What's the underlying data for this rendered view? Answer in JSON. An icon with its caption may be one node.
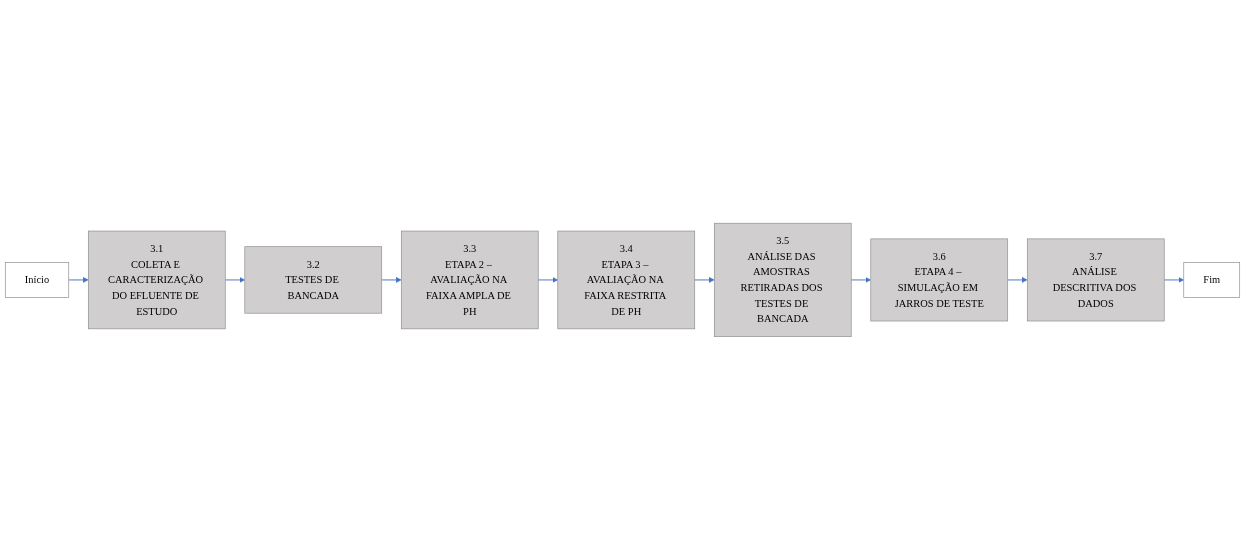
{
  "diagram": {
    "nodes": [
      {
        "text": [
          "Início"
        ]
      },
      {
        "text": [
          "3.1",
          "COLETA E CARACTERIZAÇÃO DO EFLUENTE DE ESTUDO"
        ]
      },
      {
        "text": [
          "3.2",
          "TESTES DE BANCADA"
        ]
      },
      {
        "text": [
          "3.3",
          "ETAPA 2 – AVALIAÇÃO NA FAIXA AMPLA DE PH"
        ]
      },
      {
        "text": [
          "3.4",
          "ETAPA 3 – AVALIAÇÃO NA FAIXA RESTRITA DE PH"
        ]
      },
      {
        "text": [
          "3.5",
          "ANÁLISE DAS AMOSTRAS RETIRADAS DOS TESTES DE BANCADA"
        ]
      },
      {
        "text": [
          "3.6",
          "ETAPA 4 – SIMULAÇÃO EM JARROS DE TESTE"
        ]
      },
      {
        "text": [
          "3.7",
          "ANÁLISE DESCRITIVA DOS DADOS"
        ]
      },
      {
        "text": [
          "Fim"
        ]
      }
    ],
    "edges": [
      {
        "from": 0,
        "to": 1,
        "arrow": "to"
      },
      {
        "from": 1,
        "to": 2,
        "arrow": "to"
      },
      {
        "from": 2,
        "to": 3,
        "arrow": "to"
      },
      {
        "from": 3,
        "to": 4,
        "arrow": "to"
      },
      {
        "from": 4,
        "to": 5,
        "arrow": "to"
      },
      {
        "from": 5,
        "to": 6,
        "arrow": "to"
      },
      {
        "from": 6,
        "to": 7,
        "arrow": "to"
      },
      {
        "from": 7,
        "to": 8,
        "arrow": "to"
      }
    ]
  }
}
